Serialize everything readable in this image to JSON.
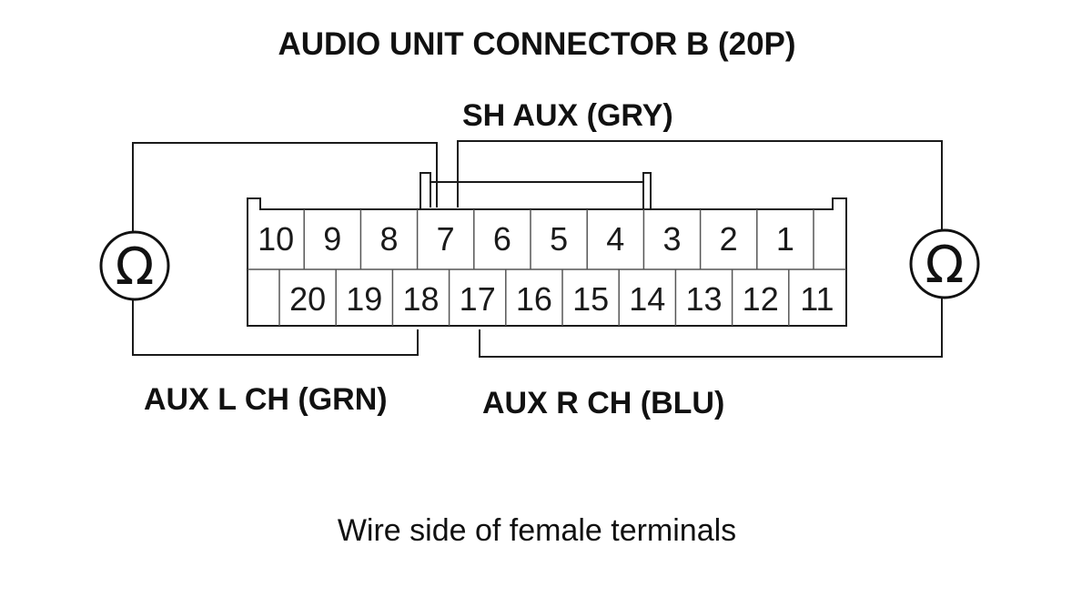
{
  "title": "AUDIO UNIT CONNECTOR B (20P)",
  "labels": {
    "sh_aux": "SH AUX (GRY)",
    "aux_l": "AUX L CH (GRN)",
    "aux_r": "AUX R CH (BLU)"
  },
  "caption": "Wire side of female terminals",
  "meter_symbol": "Ω",
  "top_row_pins": [
    "10",
    "9",
    "8",
    "7",
    "6",
    "5",
    "4",
    "3",
    "2",
    "1"
  ],
  "bottom_row_pins": [
    "20",
    "19",
    "18",
    "17",
    "16",
    "15",
    "14",
    "13",
    "12",
    "11"
  ]
}
